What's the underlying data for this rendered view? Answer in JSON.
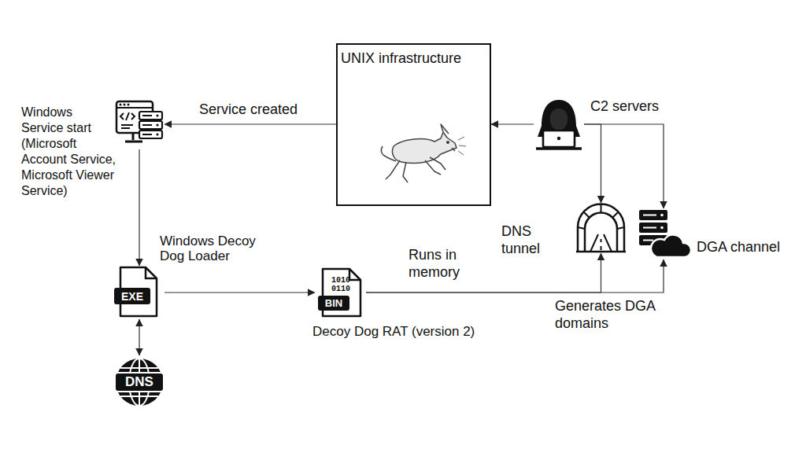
{
  "diagram": {
    "nodes": [
      {
        "text": [
          "UNIX infrastructure"
        ]
      },
      {
        "text": [
          "Windows Service start (Microsoft Account Service, Microsoft Viewer Service)"
        ]
      },
      {
        "text": [
          "C2 servers"
        ]
      },
      {
        "text": [
          "DNS tunnel"
        ]
      },
      {
        "text": [
          "DGA channel"
        ]
      },
      {
        "text": [
          "Windows Decoy Dog Loader",
          "EXE"
        ]
      },
      {
        "text": [
          "1010 0110",
          "BIN",
          "Decoy Dog RAT (version 2)"
        ]
      },
      {
        "text": [
          "DNS"
        ]
      }
    ],
    "edges": [
      {
        "from": 0,
        "to": 1,
        "label": "Service created",
        "arrow": "to"
      },
      {
        "from": 2,
        "to": 0,
        "arrow": "to"
      },
      {
        "from": 2,
        "to": 3,
        "arrow": "to"
      },
      {
        "from": 2,
        "to": 4,
        "arrow": "to"
      },
      {
        "from": 1,
        "to": 5,
        "arrow": "to"
      },
      {
        "from": 5,
        "to": 7,
        "arrow": "both"
      },
      {
        "from": 5,
        "to": 6,
        "arrow": "to"
      },
      {
        "from": 6,
        "to": 3,
        "label": "Runs in memory",
        "arrow": "to"
      },
      {
        "from": 6,
        "to": 4,
        "label": "Generates DGA domains",
        "arrow": "to"
      }
    ]
  }
}
